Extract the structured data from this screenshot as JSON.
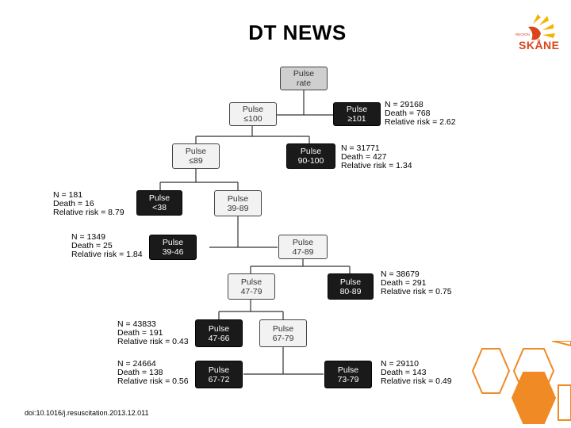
{
  "title": "DT NEWS",
  "logo": {
    "text": "SKÅNE",
    "small_text": "REGION",
    "brand_color": "#d9461e",
    "accent_color": "#f4b400"
  },
  "nodes": {
    "root": {
      "line1": "Pulse",
      "line2": "rate"
    },
    "le100": {
      "line1": "Pulse",
      "line2": "≤100"
    },
    "ge101": {
      "line1": "Pulse",
      "line2": "≥101"
    },
    "le89": {
      "line1": "Pulse",
      "line2": "≤89"
    },
    "p90_100": {
      "line1": "Pulse",
      "line2": "90-100"
    },
    "lt38": {
      "line1": "Pulse",
      "line2": "<38"
    },
    "p39_89": {
      "line1": "Pulse",
      "line2": "39-89"
    },
    "p39_46": {
      "line1": "Pulse",
      "line2": "39-46"
    },
    "p47_89": {
      "line1": "Pulse",
      "line2": "47-89"
    },
    "p47_79": {
      "line1": "Pulse",
      "line2": "47-79"
    },
    "p80_89": {
      "line1": "Pulse",
      "line2": "80-89"
    },
    "p47_66": {
      "line1": "Pulse",
      "line2": "47-66"
    },
    "p67_79": {
      "line1": "Pulse",
      "line2": "67-79"
    },
    "p67_72": {
      "line1": "Pulse",
      "line2": "67-72"
    },
    "p73_79": {
      "line1": "Pulse",
      "line2": "73-79"
    }
  },
  "stats": {
    "ge101": {
      "n": "N  = 29168",
      "death": "Death = 768",
      "rr": "Relative risk = 2.62"
    },
    "p90_100": {
      "n": "N  = 31771",
      "death": "Death = 427",
      "rr": "Relative risk = 1.34"
    },
    "lt38": {
      "n": "N  = 181",
      "death": "Death = 16",
      "rr": "Relative risk = 8.79"
    },
    "p39_46": {
      "n": "N  = 1349",
      "death": "Death = 25",
      "rr": "Relative risk = 1.84"
    },
    "p80_89": {
      "n": "N  = 38679",
      "death": "Death = 291",
      "rr": "Relative risk = 0.75"
    },
    "p47_66": {
      "n": "N  = 43833",
      "death": "Death = 191",
      "rr": "Relative risk = 0.43"
    },
    "p67_72": {
      "n": "N  = 24664",
      "death": "Death = 138",
      "rr": "Relative risk = 0.56"
    },
    "p73_79": {
      "n": "N  = 29110",
      "death": "Death = 143",
      "rr": "Relative risk = 0.49"
    }
  },
  "footer": {
    "doi": "doi:10.1016/j.resuscitation.2013.12.011"
  },
  "colors": {
    "hex_outline": "#f08a24",
    "hex_fill": "#f08a24"
  }
}
